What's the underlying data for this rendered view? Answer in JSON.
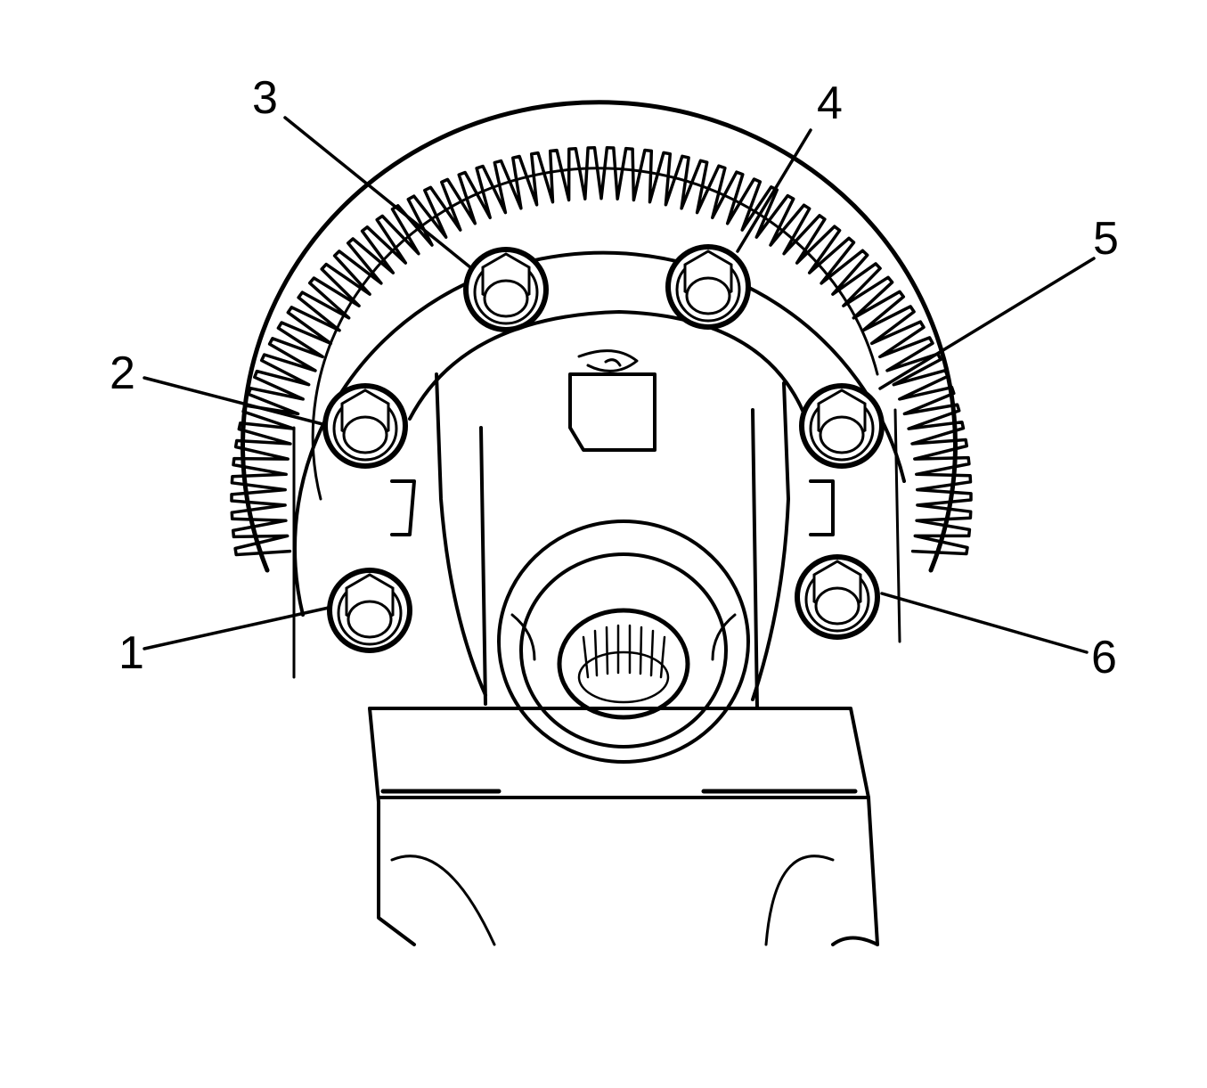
{
  "colors": {
    "ink": "#000000",
    "paper": "#ffffff"
  },
  "callouts": [
    {
      "label": "1",
      "part": "bolt"
    },
    {
      "label": "2",
      "part": "bolt"
    },
    {
      "label": "3",
      "part": "bolt"
    },
    {
      "label": "4",
      "part": "bolt"
    },
    {
      "label": "5",
      "part": "bolt"
    },
    {
      "label": "6",
      "part": "bolt"
    }
  ]
}
